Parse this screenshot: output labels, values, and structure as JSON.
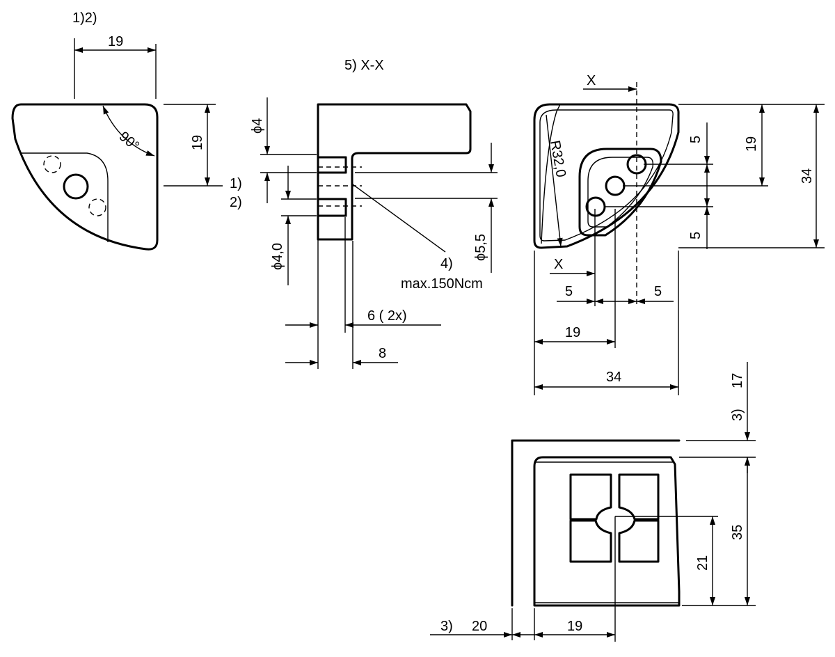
{
  "drawing": {
    "view_left": {
      "note_top": "1)2)",
      "dim_width": "19",
      "dim_height": "19",
      "angle": "90°",
      "callout_1": "1)",
      "callout_2": "2)"
    },
    "section": {
      "title": "5)  X-X",
      "dia_top": "ϕ4",
      "dia_left": "ϕ4,0",
      "dia_right": "ϕ5,5",
      "callout_4": "4)",
      "torque": "max.150Ncm",
      "dim_6": "6 ( 2x)",
      "dim_8": "8"
    },
    "view_top": {
      "section_mark_top": "X",
      "section_mark_bottom": "X",
      "radius": "R32,0",
      "dim_5_v_top": "5",
      "dim_5_v_bottom": "5",
      "dim_19_v": "19",
      "dim_34_v": "34",
      "dim_5_h_left": "5",
      "dim_5_h_right": "5",
      "dim_19_h": "19",
      "dim_34_h": "34"
    },
    "view_front": {
      "dim_17": "17",
      "note_3_top": "3)",
      "dim_35": "35",
      "dim_21": "21",
      "note_3_bottom": "3)",
      "dim_20": "20",
      "dim_19": "19"
    }
  }
}
